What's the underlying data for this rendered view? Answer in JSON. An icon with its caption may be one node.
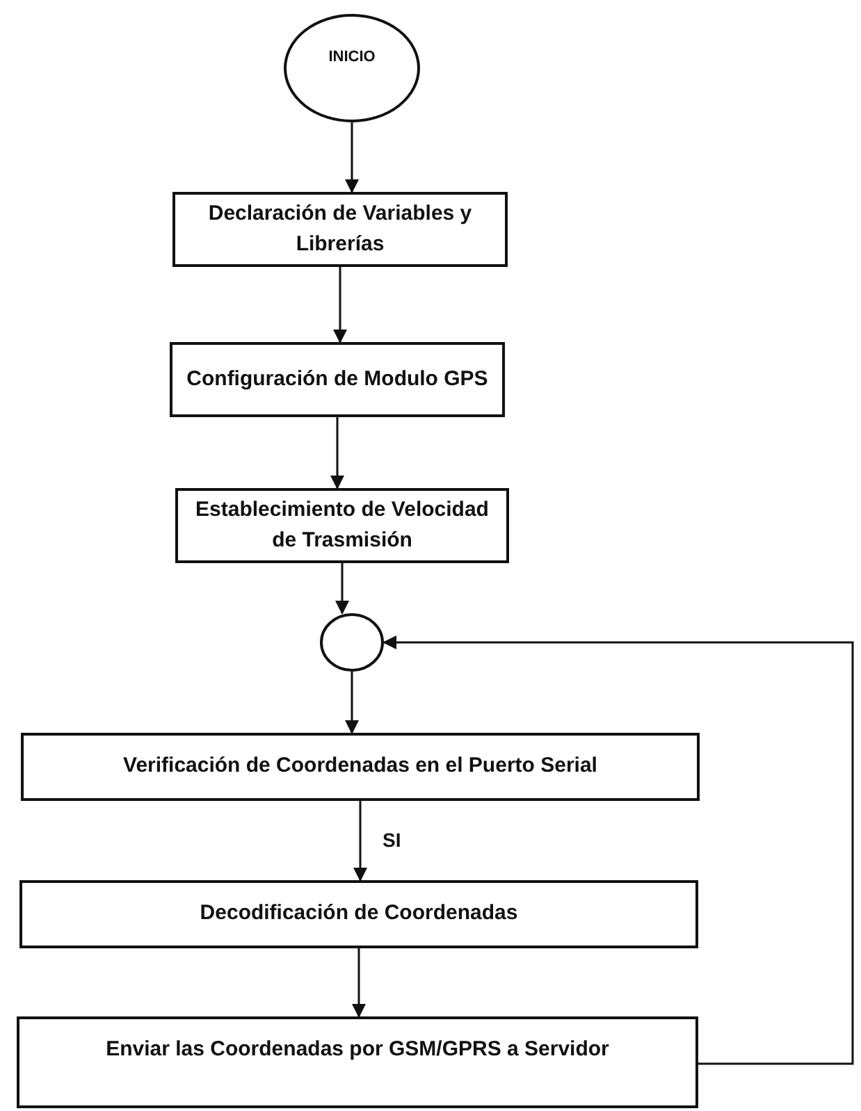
{
  "diagram": {
    "nodes": [
      {
        "text": [
          "INICIO"
        ]
      },
      {
        "text": [
          "Declaración de Variables y Librerías"
        ]
      },
      {
        "text": [
          "Configuración de Modulo GPS"
        ]
      },
      {
        "text": [
          "Establecimiento de Velocidad de Trasmisión"
        ]
      },
      {
        "text": [],
        "shape": "circle"
      },
      {
        "text": [
          "Verificación de Coordenadas en el Puerto Serial"
        ]
      },
      {
        "text": [
          "Decodificación de Coordenadas"
        ]
      },
      {
        "text": [
          "Enviar las Coordenadas por GSM/GPRS a Servidor"
        ]
      }
    ],
    "edges": [
      {
        "from": 0,
        "to": 1,
        "arrow": "to"
      },
      {
        "from": 1,
        "to": 2,
        "arrow": "to"
      },
      {
        "from": 2,
        "to": 3,
        "arrow": "to"
      },
      {
        "from": 3,
        "to": 4,
        "arrow": "to"
      },
      {
        "from": 4,
        "to": 5,
        "arrow": "to"
      },
      {
        "from": 5,
        "to": 6,
        "arrow": "to",
        "label": "SI"
      },
      {
        "from": 6,
        "to": 7,
        "arrow": "to"
      },
      {
        "from": 7,
        "to": 4,
        "arrow": "to"
      }
    ]
  }
}
